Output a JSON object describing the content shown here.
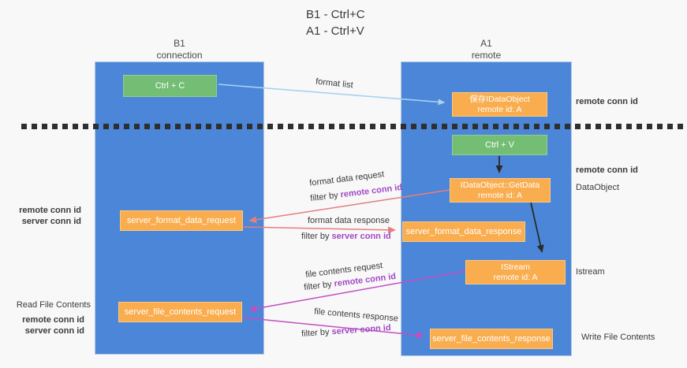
{
  "title": {
    "line1": "B1 - Ctrl+C",
    "line2": "A1 - Ctrl+V"
  },
  "lanes": {
    "left": {
      "title": "B1",
      "subtitle": "connection"
    },
    "right": {
      "title": "A1",
      "subtitle": "remote"
    }
  },
  "terms": {
    "remote_conn_id": "remote conn id",
    "server_conn_id": "server conn id",
    "filter_by": "filter by"
  },
  "nodes": {
    "ctrl_c": {
      "label": "Ctrl + C"
    },
    "save_idataobject": {
      "line1": "保存IDataObject",
      "line2": "remote id: A"
    },
    "ctrl_v": {
      "label": "Ctrl + V"
    },
    "idataobject_getdata": {
      "line1": "IDataObject::GetData",
      "line2": "remote id: A"
    },
    "server_format_data_request": {
      "label": "server_format_data_request"
    },
    "server_format_data_response": {
      "label": "server_format_data_response"
    },
    "istream": {
      "line1": "IStream",
      "line2": "remote id: A"
    },
    "server_file_contents_request": {
      "label": "server_file_contents_request"
    },
    "server_file_contents_response": {
      "label": "server_file_contents_response"
    }
  },
  "edge_labels": {
    "format_list": "format list",
    "format_data_request": "format data request",
    "format_data_response": "format data response",
    "file_contents_request": "file contents request",
    "file_contents_response": "file contents response"
  },
  "side_labels": {
    "dataobject": "DataObject",
    "istream": "Istream",
    "read_file_contents": "Read File Contents",
    "write_file_contents": "Write File Contents"
  },
  "colors": {
    "lane_blue": "#4c86d8",
    "node_orange": "#f9ad4f",
    "node_green": "#74bd74",
    "accent_purple": "#a149c5",
    "accent_green": "#4eac52",
    "arrow_salmon": "#e57e7e",
    "arrow_magenta": "#c24fc2",
    "arrow_lightblue": "#a8d2ee",
    "arrow_black": "#2b2b2b",
    "divider_dark": "#2f2f2f"
  }
}
